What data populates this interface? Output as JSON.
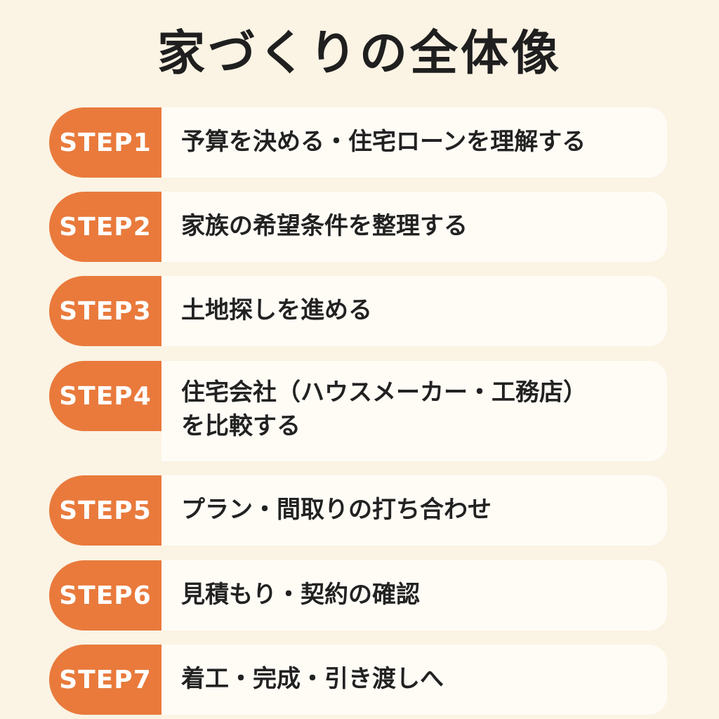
{
  "title": "家づくりの全体像",
  "steps": [
    {
      "label": "STEP1",
      "text": "予算を決める・住宅ローンを理解する"
    },
    {
      "label": "STEP2",
      "text": "家族の希望条件を整理する"
    },
    {
      "label": "STEP3",
      "text": "土地探しを進める"
    },
    {
      "label": "STEP4",
      "text": "住宅会社（ハウスメーカー・工務店）\nを比較する"
    },
    {
      "label": "STEP5",
      "text": "プラン・間取りの打ち合わせ"
    },
    {
      "label": "STEP6",
      "text": "見積もり・契約の確認"
    },
    {
      "label": "STEP7",
      "text": "着工・完成・引き渡しへ"
    }
  ],
  "colors": {
    "accent": "#e97a3c",
    "background": "#fbf3e4",
    "card": "#fffcf6",
    "text": "#222222"
  }
}
